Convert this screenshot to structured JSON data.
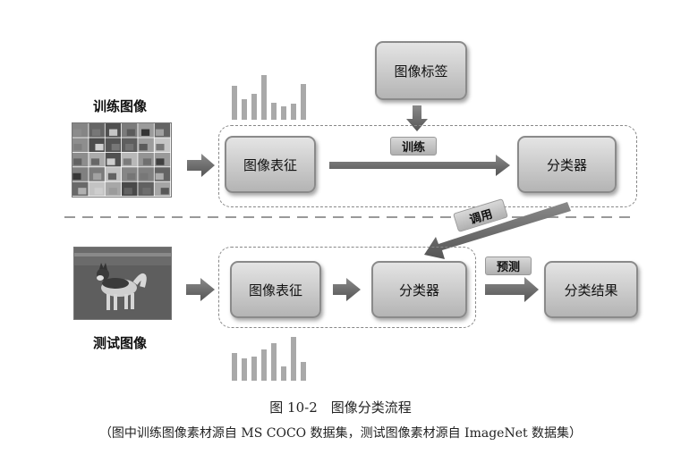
{
  "labels": {
    "train_images": "训练图像",
    "test_images": "测试图像"
  },
  "boxes": {
    "image_label": "图像标签",
    "train_representation": "图像表征",
    "train_classifier": "分类器",
    "test_representation": "图像表征",
    "test_classifier": "分类器",
    "result": "分类结果"
  },
  "arrow_tags": {
    "train": "训练",
    "invoke": "调用",
    "predict": "预测"
  },
  "histograms": {
    "train": [
      0.75,
      0.45,
      0.58,
      1.0,
      0.38,
      0.3,
      0.35,
      0.8
    ],
    "test": [
      0.6,
      0.48,
      0.52,
      0.68,
      0.8,
      0.3,
      0.95,
      0.4
    ]
  },
  "caption": {
    "title": "图 10-2　图像分类流程",
    "note": "（图中训练图像素材源自 MS COCO 数据集，测试图像素材源自 ImageNet 数据集）"
  }
}
